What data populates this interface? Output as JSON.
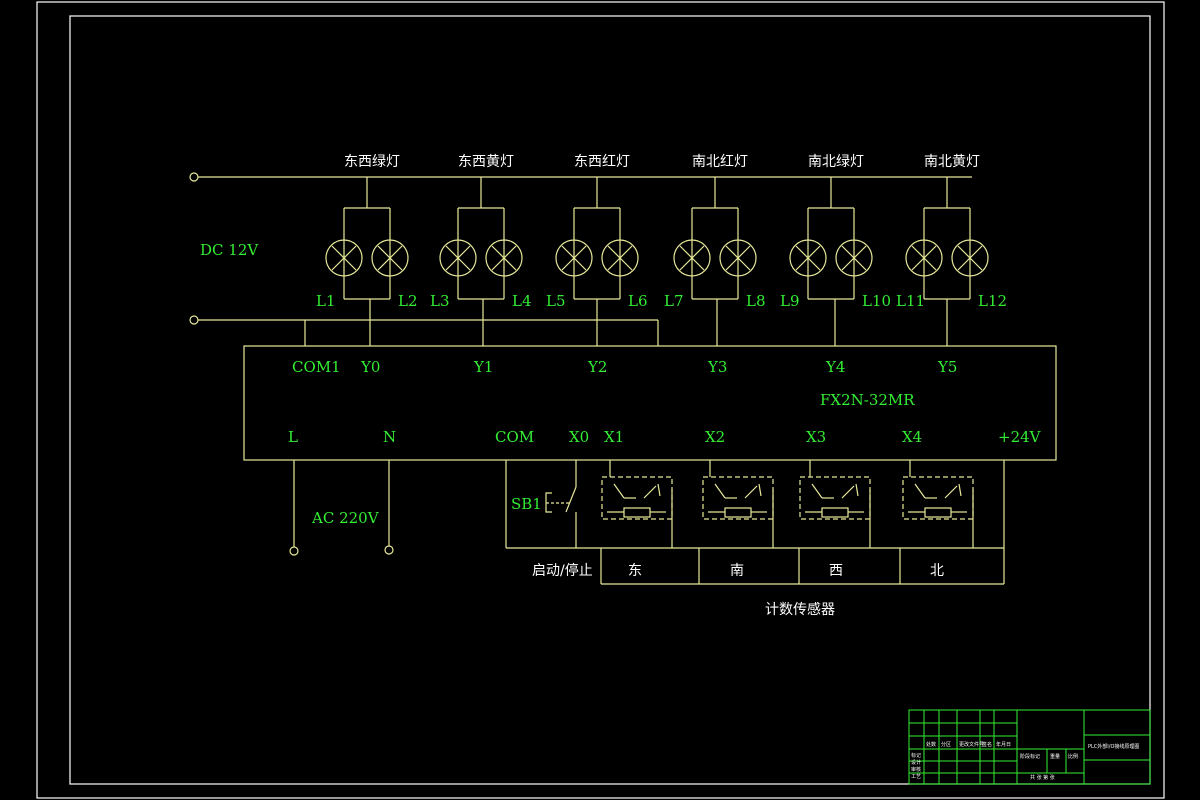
{
  "lamp_groups": [
    {
      "title": "东西绿灯",
      "left_label": "L1",
      "right_label": "L2",
      "output": "Y0"
    },
    {
      "title": "东西黄灯",
      "left_label": "L3",
      "right_label": "L4",
      "output": "Y1"
    },
    {
      "title": "东西红灯",
      "left_label": "L5",
      "right_label": "L6",
      "output": "Y2"
    },
    {
      "title": "南北红灯",
      "left_label": "L7",
      "right_label": "L8",
      "output": "Y3"
    },
    {
      "title": "南北绿灯",
      "left_label": "L9",
      "right_label": "L10",
      "output": "Y4"
    },
    {
      "title": "南北黄灯",
      "left_label": "L11",
      "right_label": "L12",
      "output": "Y5"
    }
  ],
  "dc_supply": "DC  12V",
  "ac_supply": "AC   220V",
  "plc": {
    "model": "FX2N-32MR",
    "com1": "COM1",
    "input_terms": [
      "L",
      "N",
      "COM",
      "X0",
      "X1",
      "X2",
      "X3",
      "X4",
      "+24V"
    ]
  },
  "switch": {
    "name": "SB1",
    "label": "启动/停止"
  },
  "sensors": {
    "directions": [
      "东",
      "南",
      "西",
      "北"
    ],
    "caption": "计数传感器"
  },
  "title_block": {
    "drawing_title": "PLC外部I/O接线原理图",
    "rows": [
      "标记",
      "设计",
      "审核",
      "工艺"
    ],
    "cols": [
      "处数",
      "分区",
      "更改文件号",
      "签名",
      "年月日"
    ],
    "fields": [
      "阶段标记",
      "重量",
      "比例"
    ],
    "sheet": "共  张  第  张"
  }
}
